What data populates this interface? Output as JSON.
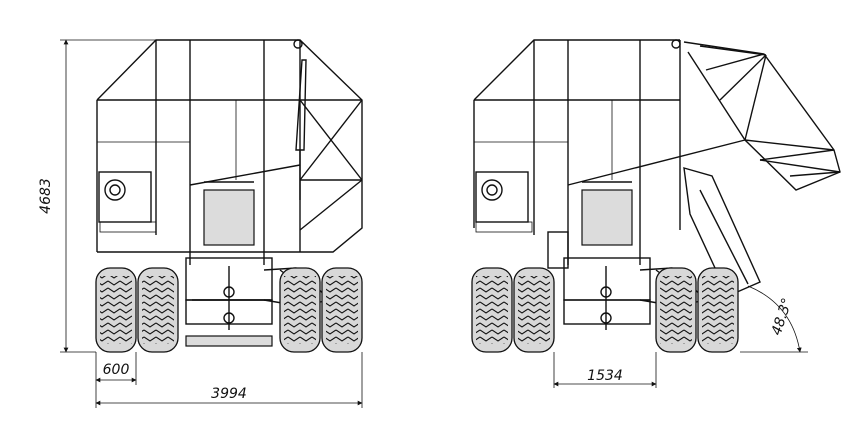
{
  "drawing": {
    "dimensions": {
      "height": "4683",
      "wheel_width": "600",
      "overall_width": "3994",
      "track": "1534",
      "tilt_angle": "48.3°"
    },
    "views": [
      "closed-bin-rear-view",
      "dumping-bin-rear-view"
    ]
  }
}
